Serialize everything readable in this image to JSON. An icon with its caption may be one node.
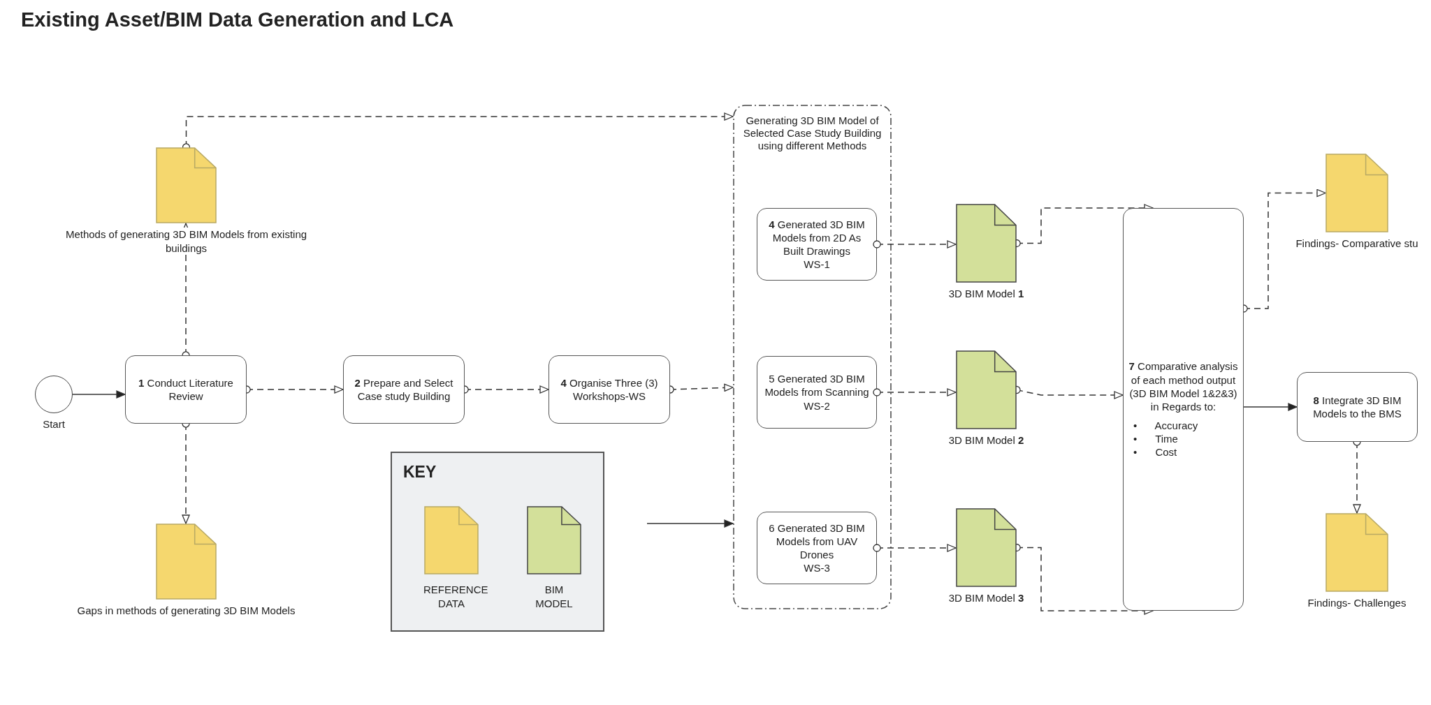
{
  "diagram": {
    "title": "Existing Asset/BIM Data Generation and LCA",
    "nodes": [
      {
        "text": [],
        "shape": "circle",
        "beside": [
          "Start"
        ]
      },
      {
        "text": [],
        "shape": "document",
        "beside": [
          "Methods of generating 3D BIM Models from existing buildings"
        ]
      },
      {
        "text": [
          "**1** Conduct Literature Review"
        ]
      },
      {
        "text": [],
        "shape": "document",
        "beside": [
          "Gaps in methods of generating 3D BIM Models"
        ]
      },
      {
        "text": [
          "**2** Prepare and Select Case study Building"
        ]
      },
      {
        "text": [
          "**4** Organise Three (3) Workshops-WS"
        ]
      },
      {
        "text": [
          "Generating 3D BIM Model of Selected Case Study Building using different Methods"
        ]
      },
      {
        "text": [
          "**4** Generated 3D BIM Models from 2D As Built Drawings",
          "WS-1"
        ],
        "in": 6
      },
      {
        "text": [
          "5 Generated 3D BIM Models from Scanning",
          "WS-2"
        ],
        "in": 6
      },
      {
        "text": [
          "6 Generated 3D BIM Models from UAV Drones",
          "WS-3"
        ],
        "in": 6
      },
      {
        "text": [],
        "shape": "document",
        "beside": [
          "3D BIM Model **1**"
        ]
      },
      {
        "text": [],
        "shape": "document",
        "beside": [
          "3D BIM Model **2**"
        ]
      },
      {
        "text": [],
        "shape": "document",
        "beside": [
          "3D BIM Model **3**"
        ]
      },
      {
        "text": [
          "**7** Comparative analysis of each method output (3D BIM Model 1&2&3) in Regards to:",
          "• Accuracy",
          "• Time",
          "• Cost"
        ]
      },
      {
        "text": [],
        "shape": "document",
        "beside": [
          "Findings- Comparative stu"
        ]
      },
      {
        "text": [
          "**8** Integrate 3D BIM Models to the BMS"
        ]
      },
      {
        "text": [],
        "shape": "document",
        "beside": [
          "Findings- Challenges"
        ]
      }
    ],
    "edges": [
      {
        "from": 0,
        "to": 2,
        "arrow": "to"
      },
      {
        "from": 2,
        "to": 1,
        "arrow": "to",
        "style": "dashed"
      },
      {
        "from": 2,
        "to": 3,
        "arrow": "to",
        "style": "dashed"
      },
      {
        "from": 1,
        "to": 6,
        "arrow": "to",
        "style": "dashed"
      },
      {
        "from": 2,
        "to": 4,
        "arrow": "to",
        "style": "dashed"
      },
      {
        "from": 4,
        "to": 5,
        "arrow": "to",
        "style": "dashed"
      },
      {
        "from": 5,
        "to": 6,
        "arrow": "to",
        "style": "dashed"
      },
      {
        "from": 7,
        "to": 10,
        "arrow": "to",
        "style": "dashed"
      },
      {
        "from": 8,
        "to": 11,
        "arrow": "to",
        "style": "dashed"
      },
      {
        "from": 9,
        "to": 12,
        "arrow": "to",
        "style": "dashed"
      },
      {
        "from": 10,
        "to": 13,
        "arrow": "to",
        "style": "dashed"
      },
      {
        "from": 11,
        "to": 13,
        "arrow": "to",
        "style": "dashed"
      },
      {
        "from": 12,
        "to": 13,
        "arrow": "to",
        "style": "dashed"
      },
      {
        "from": 13,
        "to": 14,
        "arrow": "to",
        "style": "dashed"
      },
      {
        "from": 13,
        "to": 15,
        "arrow": "to"
      },
      {
        "from": 15,
        "to": 16,
        "arrow": "to",
        "style": "dashed"
      },
      {
        "from": null,
        "to": 6,
        "arrow": "to"
      }
    ],
    "labels": [
      "KEY"
    ],
    "legend": [
      {
        "text": "REFERENCE DATA"
      },
      {
        "text": "BIM MODEL"
      }
    ]
  }
}
